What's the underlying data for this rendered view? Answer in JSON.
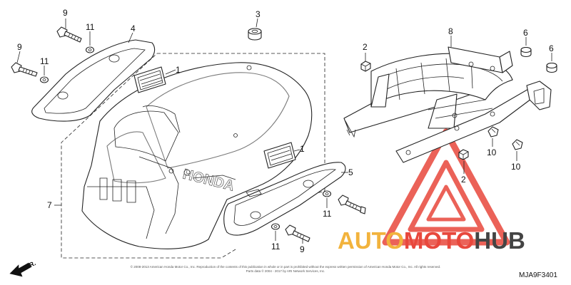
{
  "diagram_code": "MJA9F3401",
  "forward_marker": "FR.",
  "copyright_line_1": "© 2008-2013 American Honda Motor Co., Inc. Reproduction of the contents of this publication in whole or in part is prohibited without the express written permission of American Honda Motor Co., Inc. All rights reserved.",
  "copyright_line_2": "Parts data © 2004 - 2017 by ARI Network Services, Inc.",
  "brand_on_fender": "HONDA",
  "watermark": {
    "part1": "AUTO",
    "part2": "MOTO",
    "part3": "HUB",
    "color_auto": "#f2b33d",
    "color_moto": "#e8473c",
    "color_hub": "#444444",
    "triangle_color": "#e8473c"
  },
  "callouts": {
    "c9_top": "9",
    "c11_top": "11",
    "c4": "4",
    "c3": "3",
    "c9_left": "9",
    "c11_left": "11",
    "c1_top": "1",
    "c1_mid": "1",
    "c7": "7",
    "c5": "5",
    "c9_bottom": "9",
    "c11_mid": "11",
    "c11_bottom": "11",
    "c2_top": "2",
    "c2_bottom": "2",
    "c8": "8",
    "c6_left": "6",
    "c6_right": "6",
    "c10_left": "10",
    "c10_right": "10"
  }
}
